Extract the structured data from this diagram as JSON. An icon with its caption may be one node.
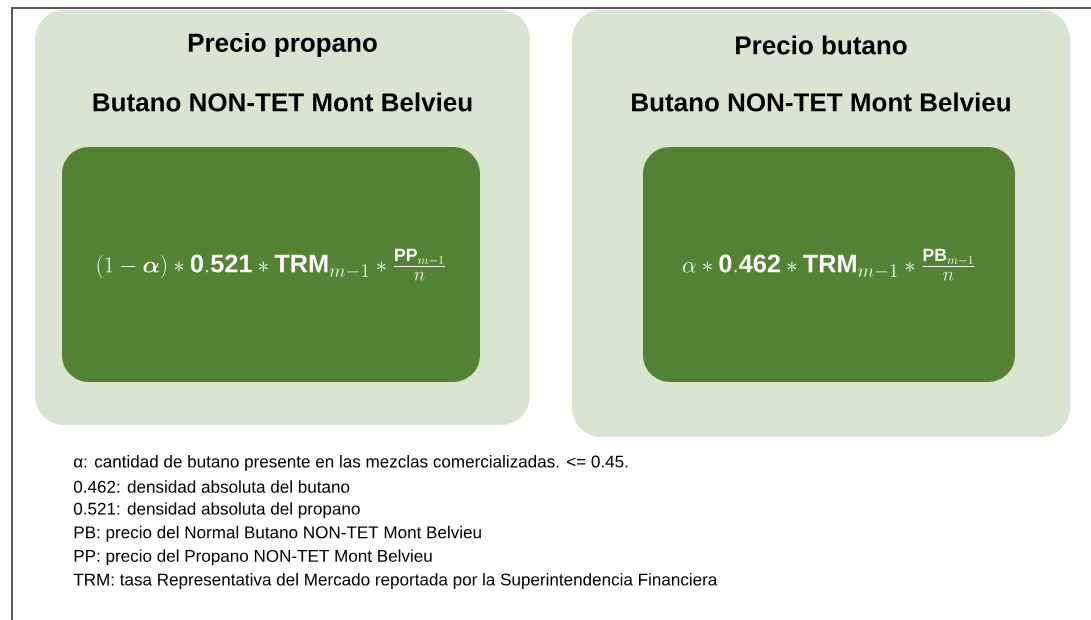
{
  "diagram": {
    "nodes": [
      {
        "text": [
          "Precio propano",
          "Butano NON-TET Mont Belvieu"
        ]
      },
      {
        "text": [
          "(1-\\boldsymbol{\\alpha})*\\mathbf{0.521*TRM}_{m-1}*\\frac{\\mathbf{PP}_{m-1}}{n}"
        ],
        "in": 0
      },
      {
        "text": [
          "Precio butano",
          "Butano NON-TET Mont Belvieu"
        ]
      },
      {
        "text": [
          "\\alpha*\\mathbf{0.462*TRM}_{m-1}*\\frac{\\mathbf{PB}_{m-1}}{n}"
        ],
        "in": 2
      }
    ],
    "labels": [
      "α: cantidad de butano presente en las mezclas comercializadas. <= 0.45.",
      "0.462: densidad absoluta del butano",
      "0.521: densidad absoluta del propano",
      "PB: precio del Normal Butano NON-TET Mont Belvieu",
      "PP: precio del Propano NON-TET Mont Belvieu",
      "TRM: tasa Representativa del Mercado reportada por la Superintendencia Financiera"
    ]
  }
}
